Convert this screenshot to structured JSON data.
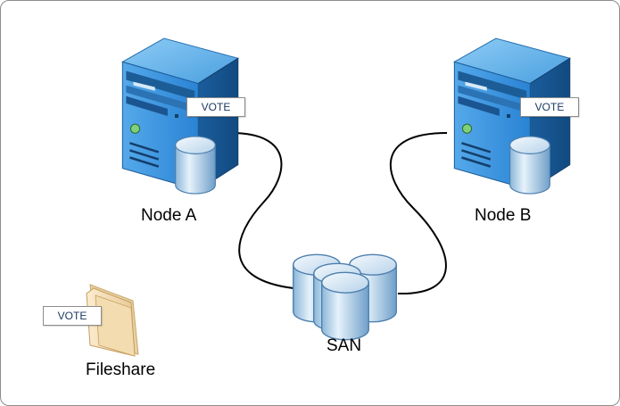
{
  "nodes": {
    "node_a": {
      "label": "Node A",
      "vote": "VOTE"
    },
    "node_b": {
      "label": "Node B",
      "vote": "VOTE"
    }
  },
  "san": {
    "label": "SAN"
  },
  "fileshare": {
    "label": "Fileshare",
    "vote": "VOTE"
  },
  "colors": {
    "server_blue": "#2f8ad8",
    "server_dark": "#1b5f9f",
    "disk_light": "#d9eaf6",
    "folder": "#f5deb0",
    "cable": "#000000"
  }
}
